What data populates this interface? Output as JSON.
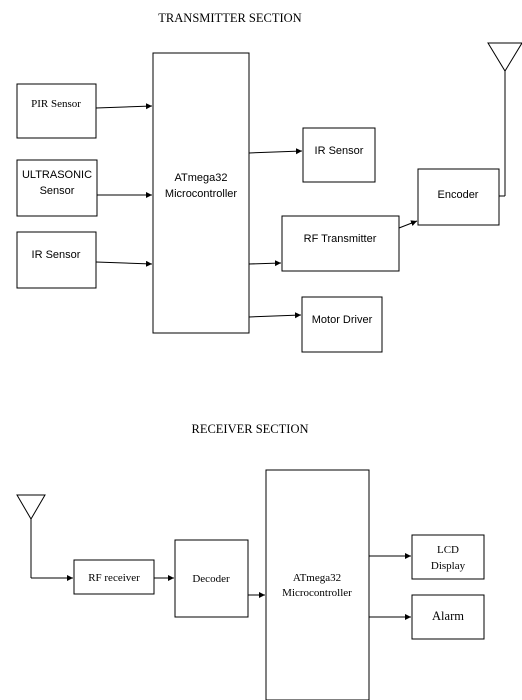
{
  "transmitter": {
    "title": "TRANSMITTER SECTION",
    "pir_sensor": "PIR Sensor",
    "ultrasonic_line1": "ULTRASONIC",
    "ultrasonic_line2": "Sensor",
    "ir_sensor_input": "IR Sensor",
    "mcu_line1": "ATmega32",
    "mcu_line2": "Microcontroller",
    "ir_sensor_output": "IR Sensor",
    "rf_transmitter": "RF Transmitter",
    "motor_driver": "Motor Driver",
    "encoder": "Encoder"
  },
  "receiver": {
    "title": "RECEIVER SECTION",
    "rf_receiver": "RF receiver",
    "decoder": "Decoder",
    "mcu_line1": "ATmega32",
    "mcu_line2": "Microcontroller",
    "lcd_line1": "LCD",
    "lcd_line2": "Display",
    "alarm": "Alarm"
  }
}
